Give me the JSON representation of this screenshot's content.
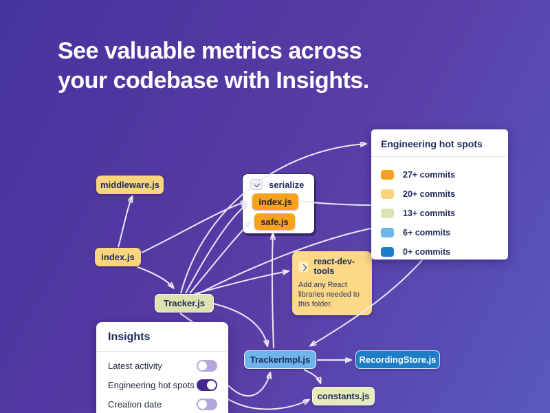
{
  "heading": {
    "line1": "See valuable metrics across",
    "line2": "your codebase with Insights."
  },
  "nodes": {
    "middleware": {
      "label": "middleware.js",
      "color": "#fbd57e"
    },
    "index": {
      "label": "index.js",
      "color": "#fbd57e"
    },
    "tracker": {
      "label": "Tracker.js",
      "color": "#dde3b0"
    },
    "tracker_impl": {
      "label": "TrackerImpl.js",
      "color": "#6eb5ea"
    },
    "recording_store": {
      "label": "RecordingStore.js",
      "color": "#1d7dc6"
    },
    "constants": {
      "label": "constants.js",
      "color": "#e7eabc"
    }
  },
  "serialize_group": {
    "label": "serialize",
    "icon": "chevron-down-icon",
    "children": [
      {
        "label": "index.js",
        "color": "#f6a21d"
      },
      {
        "label": "safe.js",
        "color": "#f6a21d"
      }
    ]
  },
  "react_dev_tools": {
    "title": "react-dev-tools",
    "icon": "chevron-right-icon",
    "description": "Add any React libraries needed to this folder."
  },
  "legend": {
    "title": "Engineering hot spots",
    "items": [
      {
        "label": "27+ commits",
        "color": "#f6a21d"
      },
      {
        "label": "20+ commits",
        "color": "#fbd57e"
      },
      {
        "label": "13+ commits",
        "color": "#dde3b0"
      },
      {
        "label": "6+ commits",
        "color": "#6eb5ea"
      },
      {
        "label": "0+ commits",
        "color": "#1d7dc6"
      }
    ]
  },
  "insights": {
    "title": "Insights",
    "toggles": [
      {
        "label": "Latest activity",
        "state": "off"
      },
      {
        "label": "Engineering hot spots",
        "state": "on"
      },
      {
        "label": "Creation date",
        "state": "off"
      }
    ],
    "toggle_on_color": "#45278f",
    "toggle_off_color": "#b3a6dc"
  },
  "colors": {
    "background_top_left": "#46339c",
    "background_bottom_right": "#5759bf",
    "arrow": "#eceaf6",
    "text_dark": "#1e2a5c",
    "heading_text": "#ffffff"
  }
}
